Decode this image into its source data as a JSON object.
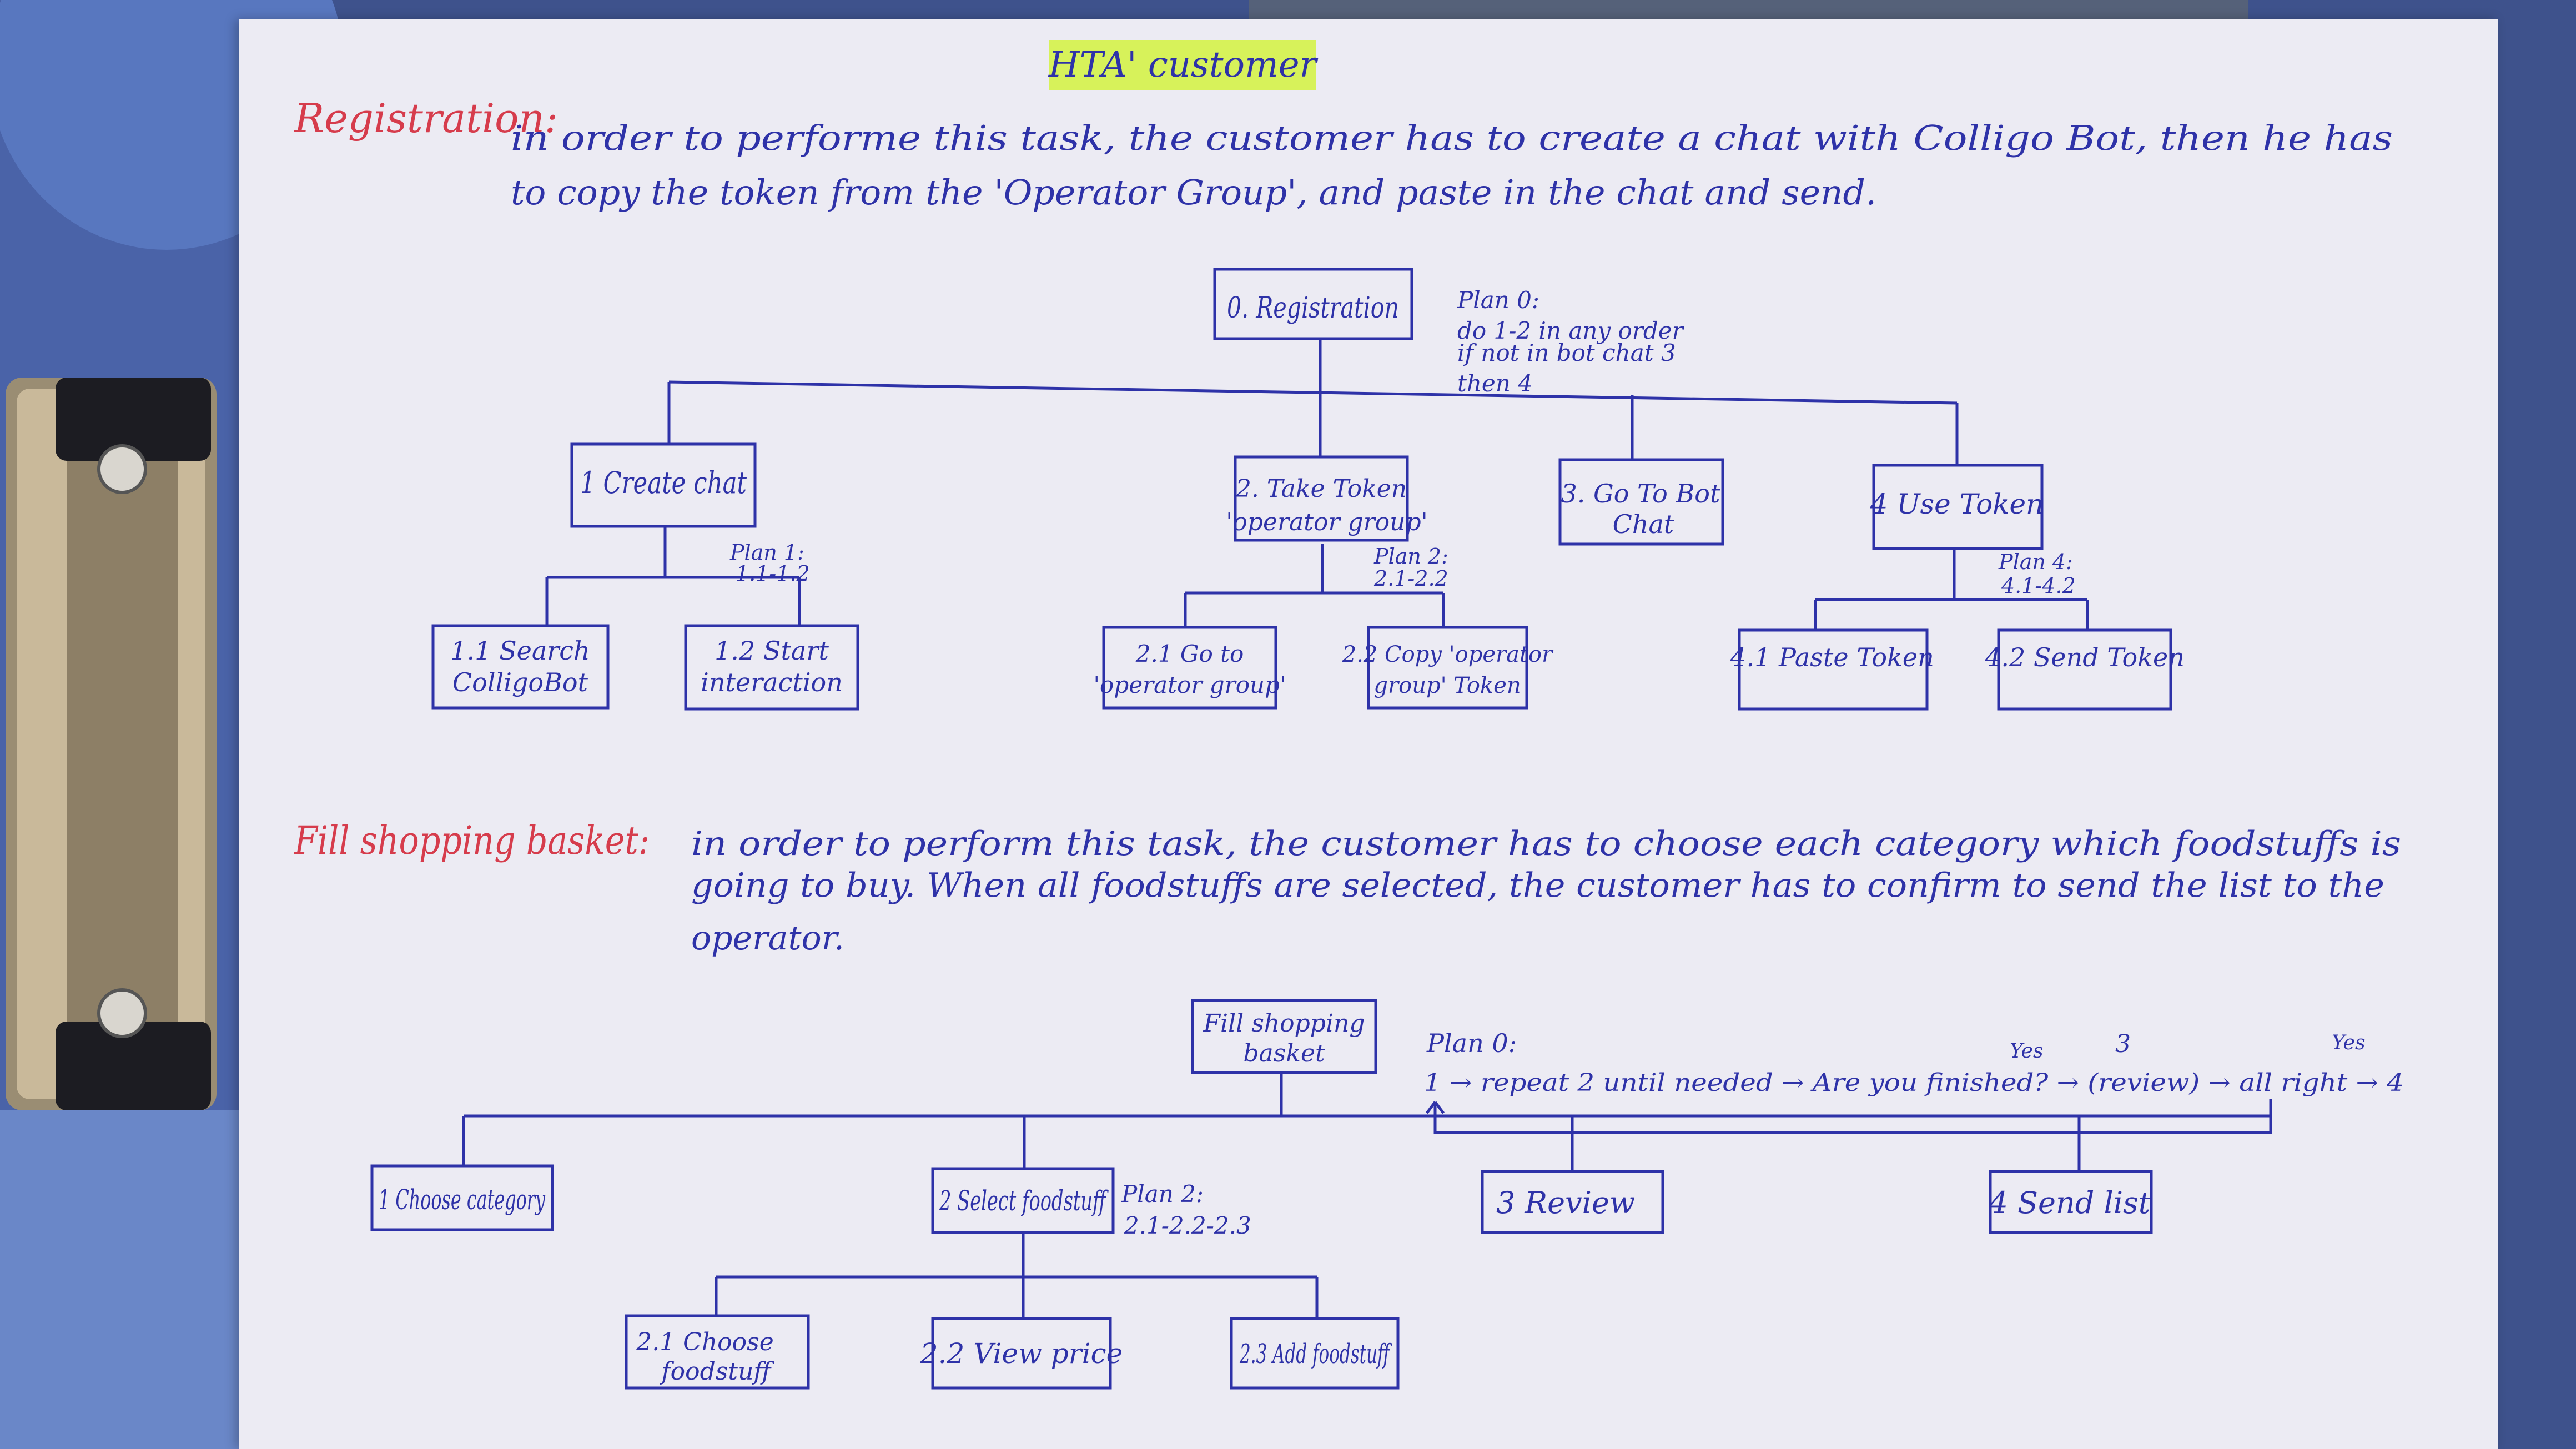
{
  "title": "HTA' customer",
  "colors": {
    "ink": "#2e32a8",
    "heading_red": "#d63c4c",
    "highlight": "#d7f25a",
    "paper": "#ecebf3",
    "background": "#3d4f86"
  },
  "registration": {
    "heading": "Registration:",
    "desc_line1": "in order to performe this task, the customer has to create a chat with Colligo Bot, then he has",
    "desc_line2": "to copy the token from the 'Operator Group', and paste in the chat and send.",
    "root": "0. Registration",
    "plan0": [
      "Plan 0:",
      "do 1-2 in any order",
      "if not in bot chat 3",
      "then 4"
    ],
    "n1": "1 Create chat",
    "n1_plan": [
      "Plan 1:",
      "1.1-1.2"
    ],
    "n1_1": [
      "1.1 Search",
      "ColligoBot"
    ],
    "n1_2": [
      "1.2 Start",
      "interaction"
    ],
    "n2": [
      "2. Take Token",
      "'operator group'"
    ],
    "n2_plan": [
      "Plan 2:",
      "2.1-2.2"
    ],
    "n2_1": [
      "2.1 Go to",
      "'operator group'"
    ],
    "n2_2": [
      "2.2 Copy 'operator",
      "group' Token"
    ],
    "n3": [
      "3. Go To Bot",
      "Chat"
    ],
    "n4": "4 Use Token",
    "n4_plan": [
      "Plan 4:",
      "4.1-4.2"
    ],
    "n4_1": "4.1 Paste Token",
    "n4_2": "4.2 Send Token"
  },
  "basket": {
    "heading": "Fill shopping basket:",
    "desc_line1": "in order to perform this task, the customer has to choose each category which foodstuffs is",
    "desc_line2": "going to buy. When all foodstuffs are selected, the customer has to confirm to send the list to the",
    "desc_line3": "operator.",
    "root": [
      "Fill shopping",
      "basket"
    ],
    "plan0_title": "Plan 0:",
    "plan0": "1 → repeat 2 until needed → Are you finished? → (review) → all right → 4",
    "yes1": "Yes",
    "three": "3",
    "yes2": "Yes",
    "n1": "1 Choose category",
    "n2": "2 Select foodstuff",
    "n2_plan": [
      "Plan 2:",
      "2.1-2.2-2.3"
    ],
    "n2_1": [
      "2.1 Choose",
      "foodstuff"
    ],
    "n2_2": "2.2 View price",
    "n2_3": "2.3 Add foodstuff",
    "n3": "3 Review",
    "n4": "4 Send list"
  }
}
